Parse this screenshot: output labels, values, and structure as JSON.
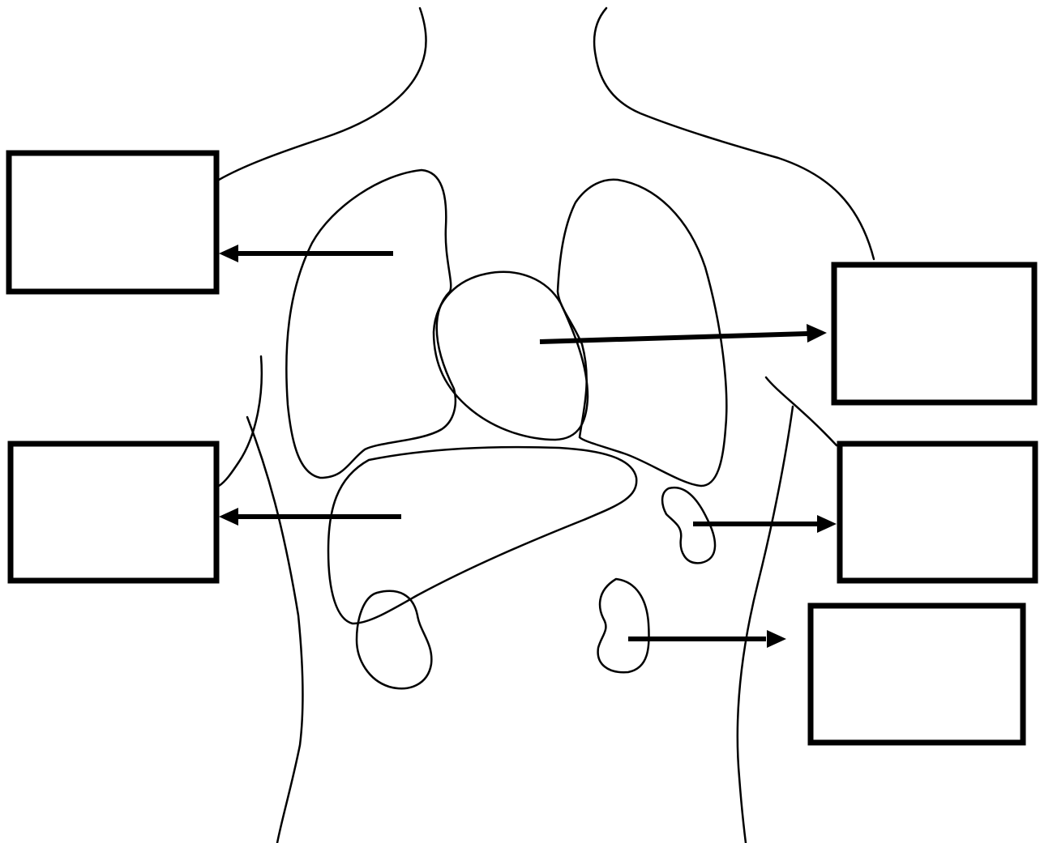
{
  "diagram": {
    "subject": "torso-organs",
    "line_color": "#000000",
    "background": "#ffffff"
  },
  "labels": [
    {
      "id": "lung-left",
      "text": ""
    },
    {
      "id": "heart",
      "text": ""
    },
    {
      "id": "liver",
      "text": ""
    },
    {
      "id": "stomach",
      "text": ""
    },
    {
      "id": "kidney",
      "text": ""
    }
  ]
}
